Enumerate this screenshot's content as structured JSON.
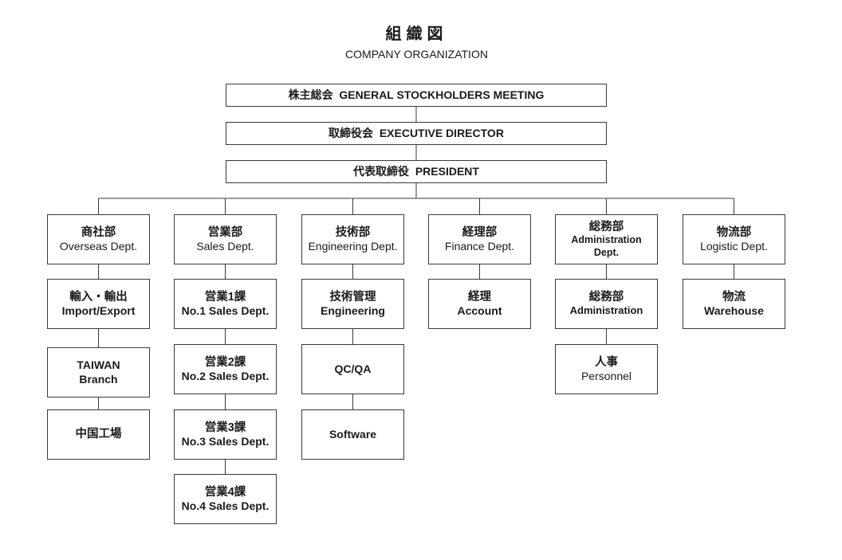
{
  "title": {
    "jp": "組織図",
    "en": "COMPANY ORGANIZATION"
  },
  "top": {
    "meeting": "株主総会  GENERAL STOCKHOLDERS MEETING",
    "directors": "取締役会  EXECUTIVE DIRECTOR",
    "president": "代表取締役  PRESIDENT"
  },
  "departments": [
    {
      "jp": "商社部",
      "en": "Overseas Dept.",
      "units": [
        {
          "jp": "輸入・輸出",
          "en": "Import/Export"
        },
        {
          "jp": "TAIWAN",
          "en": "Branch"
        },
        {
          "single": "中国工場"
        }
      ]
    },
    {
      "jp": "営業部",
      "en": "Sales Dept.",
      "units": [
        {
          "jp": "営業1課",
          "en": "No.1 Sales Dept."
        },
        {
          "jp": "営業2課",
          "en": "No.2 Sales Dept."
        },
        {
          "jp": "営業3課",
          "en": "No.3 Sales Dept."
        },
        {
          "jp": "営業4課",
          "en": "No.4 Sales Dept."
        }
      ]
    },
    {
      "jp": "技術部",
      "en": "Engineering Dept.",
      "units": [
        {
          "jp": "技術管理",
          "en": "Engineering"
        },
        {
          "single": "QC/QA"
        },
        {
          "single": "Software"
        }
      ]
    },
    {
      "jp": "経理部",
      "en": "Finance Dept.",
      "units": [
        {
          "jp": "経理",
          "en": "Account"
        }
      ]
    },
    {
      "jp": "総務部",
      "en": "Administration Dept.",
      "en_line1": "Administration",
      "en_line2": "Dept.",
      "units": [
        {
          "jp": "総務部",
          "en": "Administration"
        },
        {
          "jp": "人事",
          "en": "Personnel"
        }
      ]
    },
    {
      "jp": "物流部",
      "en": "Logistic Dept.",
      "units": [
        {
          "jp": "物流",
          "en": "Warehouse"
        }
      ]
    }
  ]
}
